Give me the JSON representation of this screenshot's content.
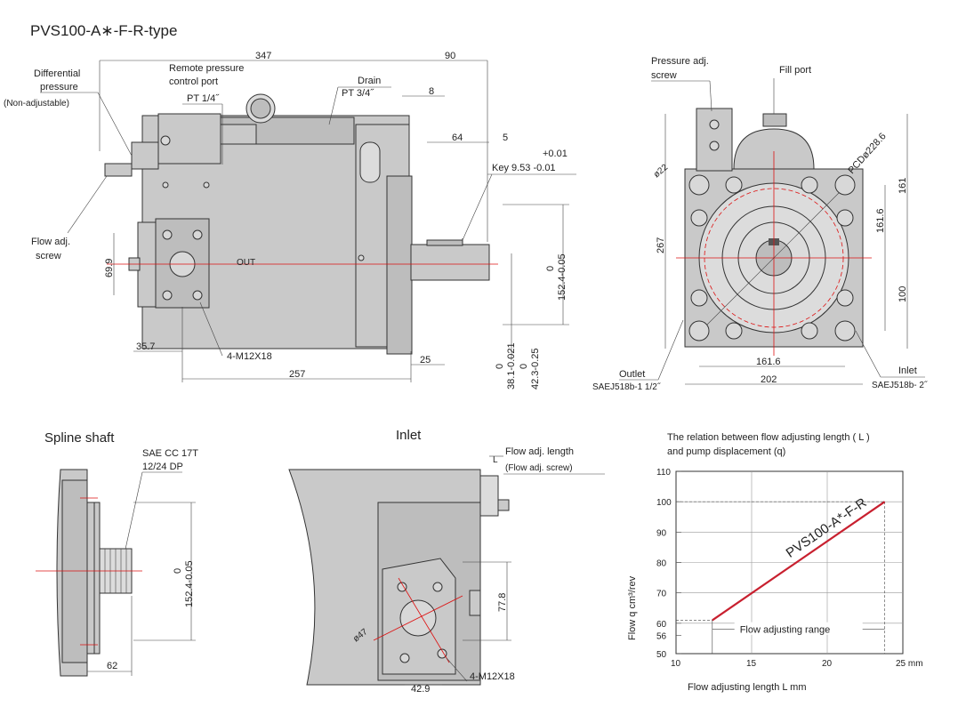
{
  "title": "PVS100-A∗-F-R-type",
  "top_view": {
    "dims": {
      "d347": "347",
      "d90": "90",
      "d8": "8",
      "d64": "64",
      "d5": "5",
      "key_tol_plus": "+0.01",
      "key_label": "Key 9.53 -0.01",
      "d699": "69.9",
      "d357": "35.7",
      "d257": "257",
      "d25": "25",
      "shaft_tol": "0",
      "shaft_dim": "152.4-0.05",
      "d381_tol": "0",
      "d381": "38.1-0.021",
      "d423_tol": "0",
      "d423": "42.3-0.25"
    },
    "labels": {
      "differential": "Differential",
      "pressure": "pressure",
      "non_adjustable": "(Non-adjustable)",
      "remote": "Remote pressure",
      "control_port": "control port",
      "pt14": "PT 1/4˝",
      "drain": "Drain",
      "pt34": "PT 3/4˝",
      "flow_adj": "Flow adj.",
      "screw": "screw",
      "out": "OUT",
      "bolts": "4-M12X18"
    }
  },
  "side_view": {
    "labels": {
      "pressure_adj": "Pressure adj.",
      "screw": "screw",
      "fill_port": "Fill port",
      "pcd": "PCDø228.6",
      "d22": "ø22",
      "outlet": "Outlet",
      "outlet_spec": "SAEJ518b-1 1/2˝",
      "inlet": "Inlet",
      "inlet_spec": "SAEJ518b- 2˝"
    },
    "dims": {
      "d267": "267",
      "d161": "161",
      "d1616v": "161.6",
      "d100": "100",
      "d1616h": "161.6",
      "d202": "202"
    }
  },
  "spline": {
    "title": "Spline shaft",
    "spec1": "SAE CC 17T",
    "spec2": "12/24 DP",
    "shaft_tol": "0",
    "shaft_dim": "152.4-0.05",
    "d62": "62"
  },
  "inlet_view": {
    "title": "Inlet",
    "flow_len": "Flow adj. length",
    "flow_screw": "(Flow adj. screw)",
    "L": "L",
    "d778": "77.8",
    "d47": "ø47",
    "d429": "42.9",
    "bolts": "4-M12X18"
  },
  "chart_data": {
    "type": "line",
    "title_line1": "The relation between flow adjusting length ( L )",
    "title_line2": "and pump displacement (q)",
    "xlabel": "Flow adjusting length L mm",
    "ylabel": "Flow  q  cm³/rev",
    "x_unit_label": "25 mm",
    "xlim": [
      10,
      25
    ],
    "ylim": [
      50,
      110
    ],
    "x_ticks": [
      "10",
      "15",
      "20"
    ],
    "y_ticks": [
      "50",
      "56",
      "60",
      "70",
      "80",
      "90",
      "100",
      "110"
    ],
    "series": [
      {
        "name": "PVS100-A*-F-R",
        "x": [
          12.4,
          23.8
        ],
        "y": [
          61,
          100
        ]
      }
    ],
    "range_label": "Flow adjusting range",
    "line_color": "#c8202f"
  }
}
